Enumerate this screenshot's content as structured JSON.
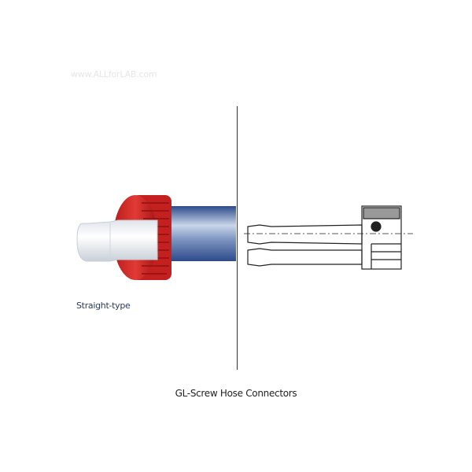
{
  "watermark": "www.ALLforLAB.com",
  "photo_label": "Straight-type",
  "caption": "GL-Screw Hose Connectors",
  "colors": {
    "cap": "#d42a2a",
    "tube": "#3f5f9a",
    "connector": "#eef1f4"
  }
}
